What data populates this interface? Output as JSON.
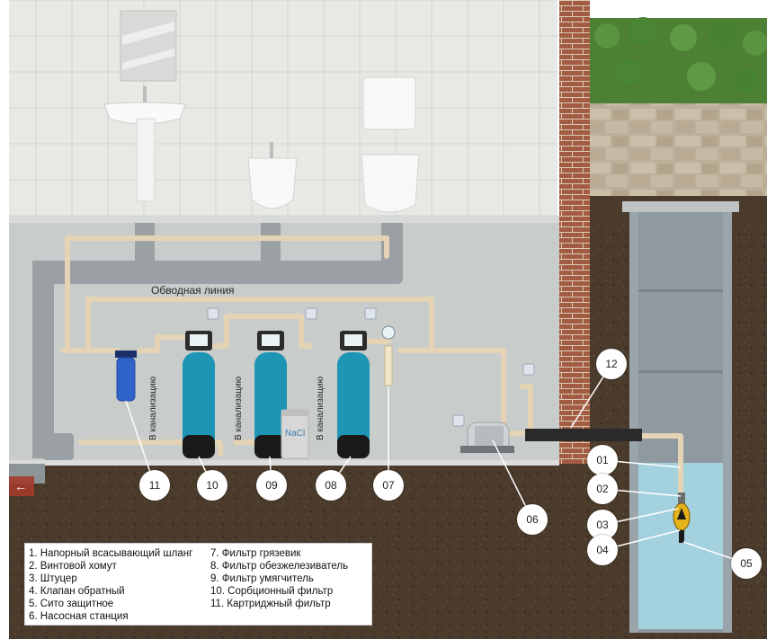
{
  "diagram": {
    "bypass_label": "Обводная линия",
    "drain_label": "В канализацию",
    "salt_label": "NaCl",
    "callouts": [
      "11",
      "10",
      "09",
      "08",
      "07",
      "06",
      "12",
      "01",
      "02",
      "03",
      "04",
      "05"
    ],
    "legend": {
      "left": [
        "1. Напорный всасывающий шланг",
        "2. Винтовой хомут",
        "3. Штуцер",
        "4. Клапан обратный",
        "5. Сито защитное",
        "6. Насосная станция"
      ],
      "right": [
        "7. Фильтр грязевик",
        "8. Фильтр обезжелезиватель",
        "9. Фильтр умягчитель",
        "10. Сорбционный фильтр",
        "11. Картриджный фильтр"
      ]
    }
  },
  "colors": {
    "tile": "#e7e7e3",
    "basement_wall": "#c9cccb",
    "soil": "#4a3a2b",
    "pipe": "#e6d6b8",
    "sewer_pipe": "#9aa0a3",
    "tank": "#1f95b5",
    "cartridge": "#2f63c8",
    "brick": "#a75f43",
    "water": "#9fd3df",
    "callout": "#ffffff"
  }
}
